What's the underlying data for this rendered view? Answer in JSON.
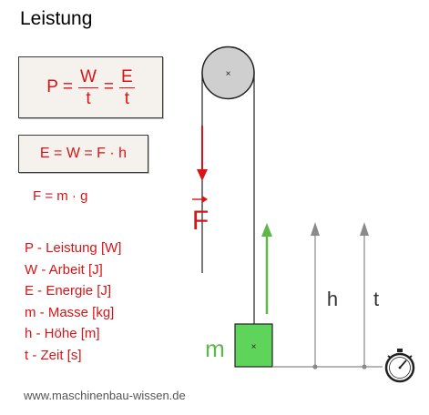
{
  "title": "Leistung",
  "formula_power": {
    "lhs": "P =",
    "w_num": "W",
    "w_den": "t",
    "eq": "=",
    "e_num": "E",
    "e_den": "t"
  },
  "formula_energy": "E = W = F · h",
  "formula_force": "F = m · g",
  "legend": [
    "P - Leistung [W]",
    "W - Arbeit [J]",
    "E - Energie [J]",
    "m - Masse [kg]",
    "h - Höhe [m]",
    "t - Zeit [s]"
  ],
  "diagram": {
    "force_label": "F",
    "mass_label": "m",
    "height_label": "h",
    "time_label": "t",
    "pulley_mark": "×",
    "mass_mark": "×"
  },
  "colors": {
    "red": "#d81417",
    "green": "#5db84a",
    "gray": "#8a8a8a",
    "pulley": "#cfcfcf"
  },
  "footer": "www.maschinenbau-wissen.de"
}
